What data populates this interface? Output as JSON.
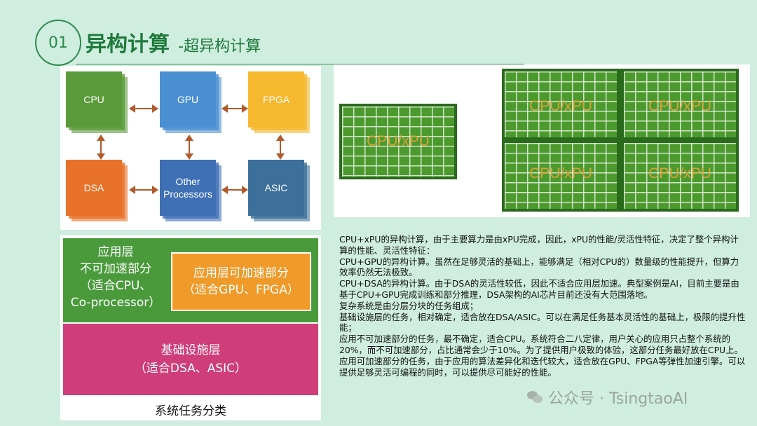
{
  "header": {
    "number": "01",
    "title": "异构计算",
    "subtitle": "-超异构计算"
  },
  "hetero": {
    "chips": [
      {
        "id": "cpu",
        "label": "CPU",
        "color": "#5b9a3a"
      },
      {
        "id": "gpu",
        "label": "GPU",
        "color": "#4a8fd1"
      },
      {
        "id": "fpga",
        "label": "FPGA",
        "color": "#f5b82e"
      },
      {
        "id": "dsa",
        "label": "DSA",
        "color": "#e8722a"
      },
      {
        "id": "other",
        "label": "Other Processors",
        "color": "#3f6fb5"
      },
      {
        "id": "asic",
        "label": "ASIC",
        "color": "#3c6f9a"
      }
    ],
    "arrow_color": "#b05a2b"
  },
  "tasks": {
    "app_left_lines": [
      "应用层",
      "不可加速部分",
      "（适合CPU、",
      "Co-processor）"
    ],
    "app_right_lines": [
      "应用层可加速部分",
      "（适合GPU、FPGA）"
    ],
    "infra_lines": [
      "基础设施层",
      "（适合DSA、ASIC）"
    ],
    "caption": "系统任务分类",
    "colors": {
      "app": "#4a9a3c",
      "app_accel": "#f09a2a",
      "infra": "#cf3e78"
    }
  },
  "grids": {
    "label": "CPU/xPU",
    "label_color": "#d8a43a",
    "grid_color": "#4c9a2e"
  },
  "description": [
    "CPU+xPU的异构计算，由于主要算力是由xPU完成，因此，xPU的性能/灵活性特征，决定了整个异构计算的性能、灵活性特征：",
    "CPU+GPU的异构计算。虽然在足够灵活的基础上，能够满足（相对CPU的）数量级的性能提升，但算力效率仍然无法极致。",
    "CPU+DSA的异构计算。由于DSA的灵活性较低，因此不适合应用层加速。典型案例是AI，目前主要是由基于CPU+GPU完成训练和部分推理，DSA架构的AI芯片目前还没有大范围落地。",
    "复杂系统是由分层分块的任务组成；",
    "基础设施层的任务，相对确定，适合放在DSA/ASIC。可以在满足任务基本灵活性的基础上，极限的提升性能；",
    "应用不可加速部分的任务，最不确定，适合CPU。系统符合二八定律，用户关心的应用只占整个系统的20%，而不可加速部分，占比通常会少于10%。为了提供用户极致的体验，这部分任务最好放在CPU上。",
    "应用可加速部分的任务，由于应用的算法差异化和迭代较大，适合放在GPU、FPGA等弹性加速引擎。可以提供足够灵活可编程的同时，可以提供尽可能好的性能。"
  ],
  "watermark": {
    "text": "公众号 · TsingtaoAI",
    "icon": "wechat-icon"
  }
}
